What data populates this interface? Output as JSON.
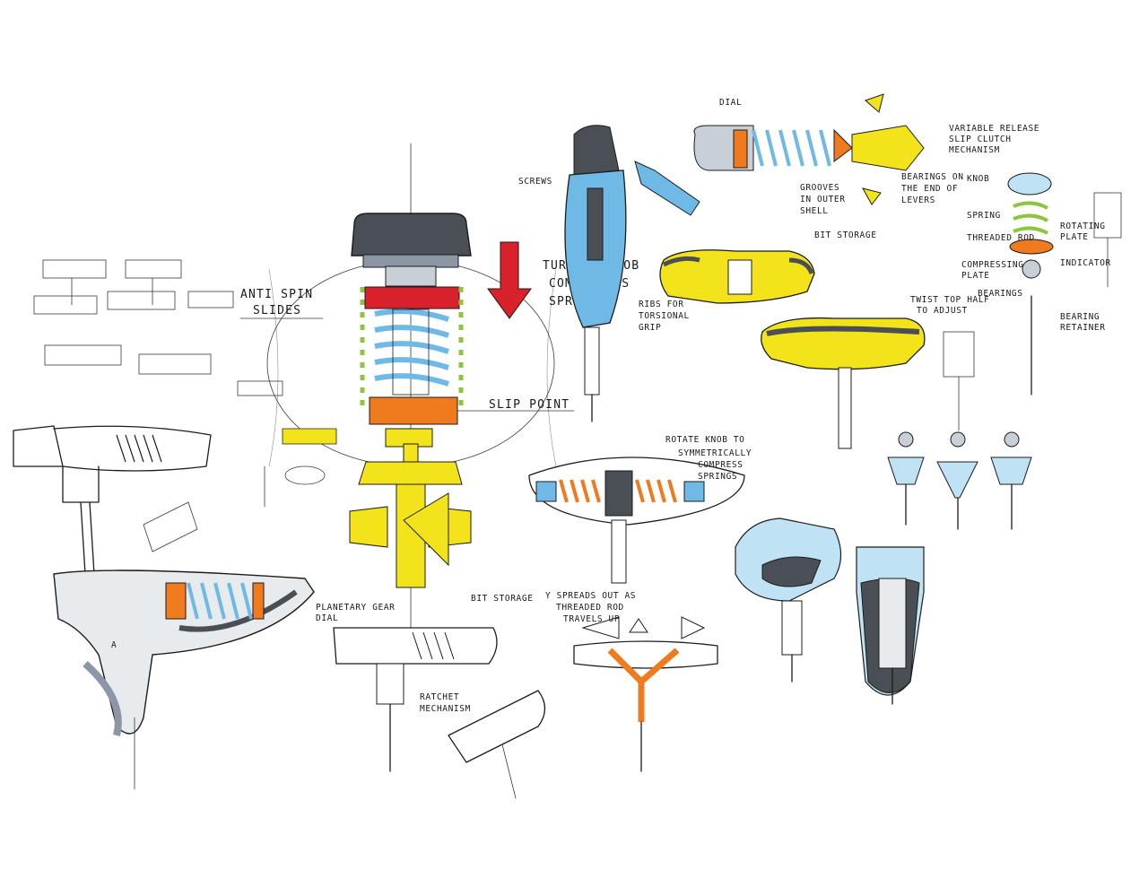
{
  "colors": {
    "ink": "#1c1c1c",
    "blue": "#6fb9e6",
    "light_blue": "#bfe2f4",
    "yellow": "#f2e31a",
    "orange": "#f07a1e",
    "red": "#d8212a",
    "dark_grey": "#4a4f55",
    "grey": "#8b97a6",
    "green": "#8cc63f"
  },
  "labels": {
    "anti_spin_1": "ANTI SPIN",
    "anti_spin_2": "SLIDES",
    "slip_point": "SLIP POINT",
    "turning_knob_1": "TURNING KNOB",
    "turning_knob_2": "COMPRESSES",
    "turning_knob_3": "SPRING",
    "screws": "SCREWS",
    "ribs_1": "RIBS FOR",
    "ribs_2": "TORSIONAL",
    "ribs_3": "GRIP",
    "dial": "DIAL",
    "variable_1": "VARIABLE RELEASE",
    "variable_2": "SLIP CLUTCH",
    "variable_3": "MECHANISM",
    "grooves_1": "GROOVES",
    "grooves_2": "IN OUTER",
    "grooves_3": "SHELL",
    "bearings_1": "BEARINGS ON",
    "bearings_2": "THE END OF",
    "bearings_3": "LEVERS",
    "bit_storage_top": "BIT STORAGE",
    "knob": "KNOB",
    "spring": "SPRING",
    "threaded_rod": "THREADED ROD",
    "rotating_plate_1": "ROTATING",
    "rotating_plate_2": "PLATE",
    "compressing_plate_1": "COMPRESSING",
    "compressing_plate_2": "PLATE",
    "indicator": "INDICATOR",
    "bearings_r": "BEARINGS",
    "bearing_retainer_1": "BEARING",
    "bearing_retainer_2": "RETAINER",
    "twist_1": "TWIST TOP HALF",
    "twist_2": "TO ADJUST",
    "rotate_1": "ROTATE KNOB TO",
    "rotate_2": "SYMMETRICALLY",
    "rotate_3": "COMPRESS",
    "rotate_4": "SPRINGS",
    "y_spreads_1": "Y SPREADS OUT AS",
    "y_spreads_2": "THREADED ROD",
    "y_spreads_3": "TRAVELS UP",
    "bit_storage_mid": "BIT STORAGE",
    "planetary_1": "PLANETARY GEAR",
    "planetary_2": "DIAL",
    "ratchet_1": "RATCHET",
    "ratchet_2": "MECHANISM",
    "a_mark": "A"
  }
}
